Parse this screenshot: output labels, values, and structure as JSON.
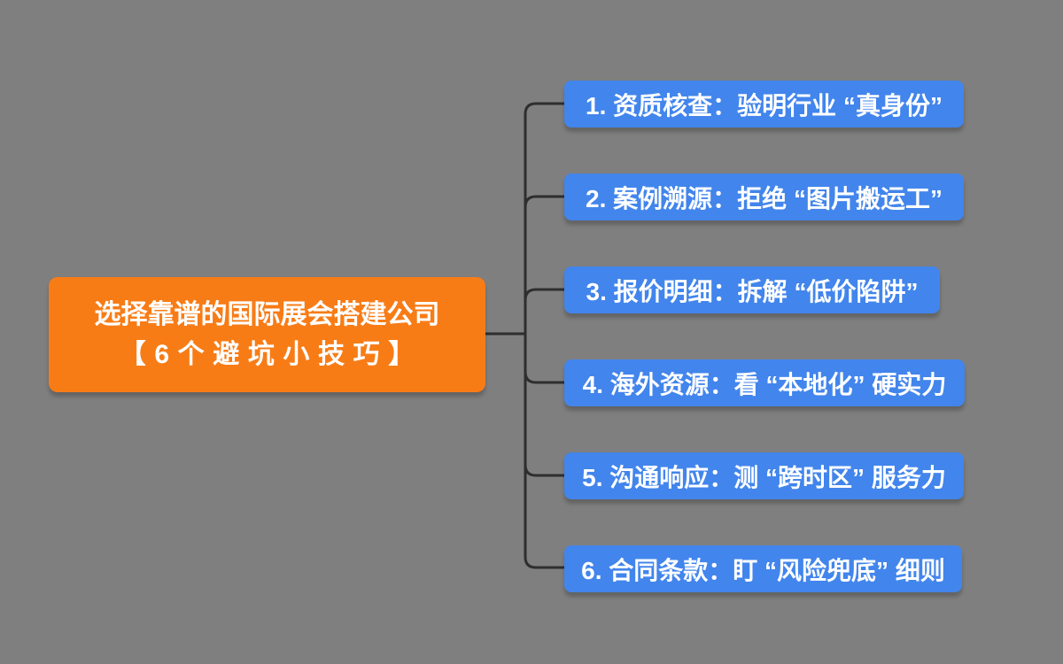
{
  "colors": {
    "background": "#7F7F7F",
    "root_fill": "#F87C16",
    "branch_fill": "#4285EC",
    "connector_line": "#2E2E2E",
    "text": "#FFFFFF"
  },
  "mindmap": {
    "root": {
      "line1": "选择靠谱的国际展会搭建公司",
      "line2": "【6个避坑小技巧】"
    },
    "branches": [
      {
        "label": "1. 资质核查：验明行业 “真身份”"
      },
      {
        "label": "2. 案例溯源：拒绝 “图片搬运工”"
      },
      {
        "label": "3. 报价明细：拆解 “低价陷阱”"
      },
      {
        "label": "4. 海外资源：看 “本地化” 硬实力"
      },
      {
        "label": "5. 沟通响应：测 “跨时区” 服务力"
      },
      {
        "label": "6. 合同条款：盯 “风险兜底” 细则"
      }
    ]
  }
}
